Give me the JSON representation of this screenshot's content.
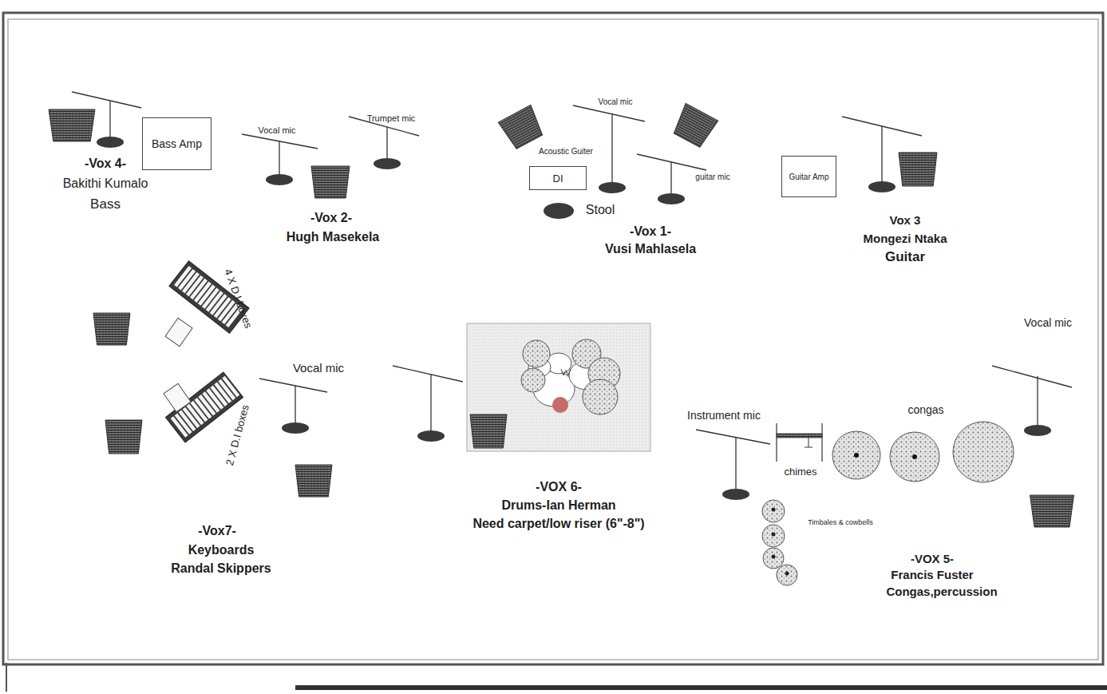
{
  "diagram": {
    "nodes": [
      {
        "text": [
          "Bass Amp"
        ]
      },
      {
        "text": [
          "DI"
        ]
      },
      {
        "text": [
          "Guitar Amp"
        ]
      }
    ],
    "labels": [
      "-Vox 4-",
      "Bakithi Kumalo",
      "Bass",
      "Vocal mic",
      "Trumpet mic",
      "-Vox 2-",
      "Hugh Masekela",
      "Vocal mic",
      "Acoustic Guiter",
      "guitar mic",
      "Stool",
      "-Vox 1-",
      "Vusi Mahlasela",
      "Vox 3",
      "Mongezi Ntaka",
      "Guitar",
      "4 X D.I boxes",
      "2 X D.I boxes",
      "Vocal mic",
      "-Vox7-",
      "Keyboards",
      "Randal Skippers",
      "-VOX 6-",
      "Drums-Ian Herman",
      "Need carpet/low riser (6\"-8\")",
      "Vocal mic",
      "Instrument mic",
      "chimes",
      "congas",
      "Timbales & cowbells",
      "-VOX 5-",
      "Francis Fuster",
      "Congas,percussion"
    ]
  }
}
